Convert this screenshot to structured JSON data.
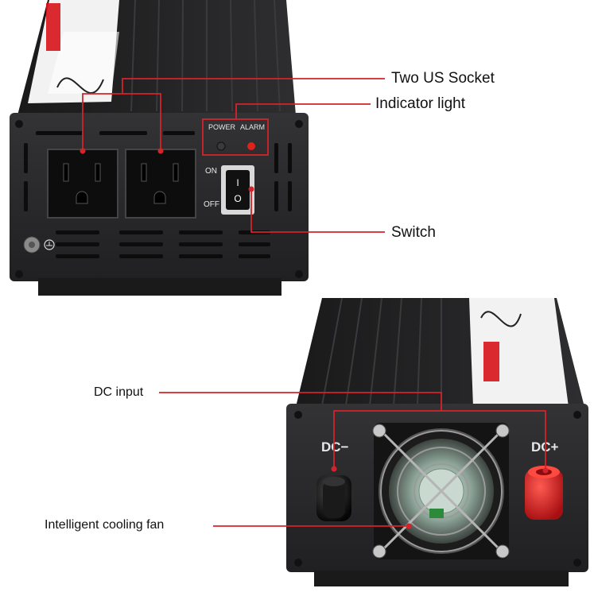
{
  "callouts": {
    "sockets": "Two US Socket",
    "indicator": "Indicator light",
    "switch": "Switch",
    "dc_input": "DC input",
    "fan": "Intelligent cooling fan"
  },
  "front_panel": {
    "power_label": "POWER",
    "alarm_label": "ALARM",
    "on_label": "ON",
    "off_label": "OFF",
    "switch_on_glyph": "I",
    "switch_off_glyph": "O"
  },
  "rear_panel": {
    "dc_minus_label": "DC−",
    "dc_plus_label": "DC+"
  },
  "colors": {
    "callout_line": "#d4232b",
    "housing": "#1e1e1f",
    "panel": "#2a2a2c",
    "alarm_led": "#e0221c",
    "positive_terminal": "#d81e1e",
    "negative_terminal": "#101010"
  }
}
